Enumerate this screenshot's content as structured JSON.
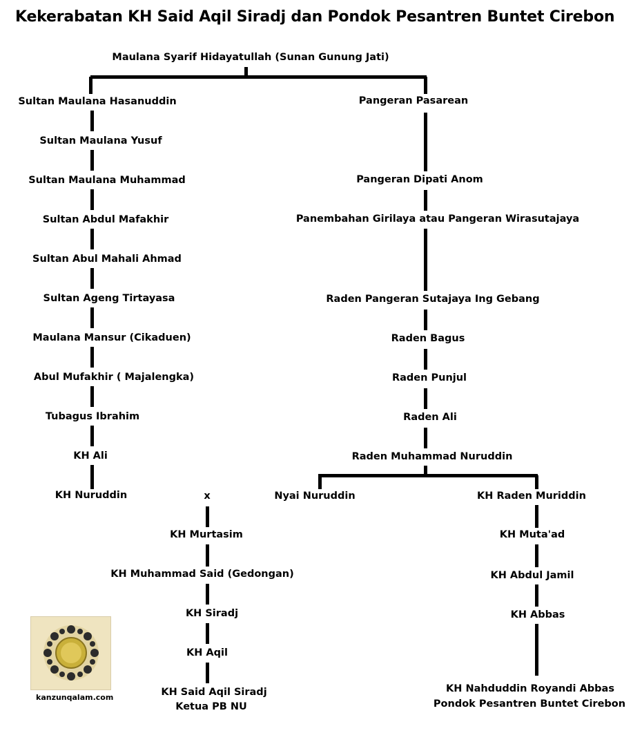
{
  "title": "Kekerabatan KH Said Aqil Siradj dan Pondok Pesantren Buntet Cirebon",
  "root": "Maulana Syarif Hidayatullah (Sunan Gunung Jati)",
  "left_branch": [
    "Sultan Maulana Hasanuddin",
    "Sultan Maulana Yusuf",
    "Sultan Maulana Muhammad",
    "Sultan Abdul Mafakhir",
    "Sultan Abul Mahali Ahmad",
    "Sultan Ageng Tirtayasa",
    "Maulana Mansur (Cikaduen)",
    "Abul Mufakhir ( Majalengka)",
    "Tubagus Ibrahim",
    "KH Ali",
    "KH Nuruddin"
  ],
  "marriage_marker": "x",
  "middle_branch": [
    "KH Murtasim",
    "KH Muhammad Said (Gedongan)",
    "KH  Siradj",
    "KH  Aqil",
    "KH  Said Aqil Siradj"
  ],
  "middle_note": "Ketua PB NU",
  "right_branch": [
    "Pangeran Pasarean",
    "Pangeran Dipati Anom",
    "Panembahan Girilaya atau Pangeran Wirasutajaya",
    "Raden Pangeran Sutajaya Ing Gebang",
    "Raden Bagus",
    "Raden Punjul",
    "Raden Ali",
    "Raden Muhammad Nuruddin"
  ],
  "right_split": {
    "left_child": "Nyai Nuruddin",
    "right_child": "KH  Raden Muriddin"
  },
  "far_right_branch": [
    "KH  Muta'ad",
    "KH Abdul Jamil",
    "KH Abbas",
    "KH Nahduddin Royandi Abbas"
  ],
  "far_right_note": "Pondok Pesantren Buntet Cirebon",
  "logo_caption": "kanzunqalam.com"
}
